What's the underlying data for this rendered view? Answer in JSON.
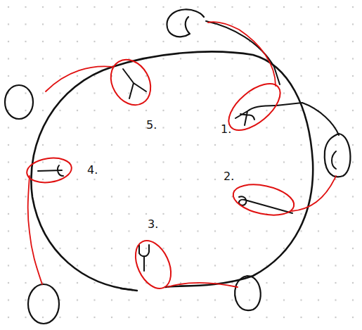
{
  "diagram": {
    "labels": [
      "5.",
      "1.",
      "4.",
      "2.",
      "3."
    ]
  }
}
